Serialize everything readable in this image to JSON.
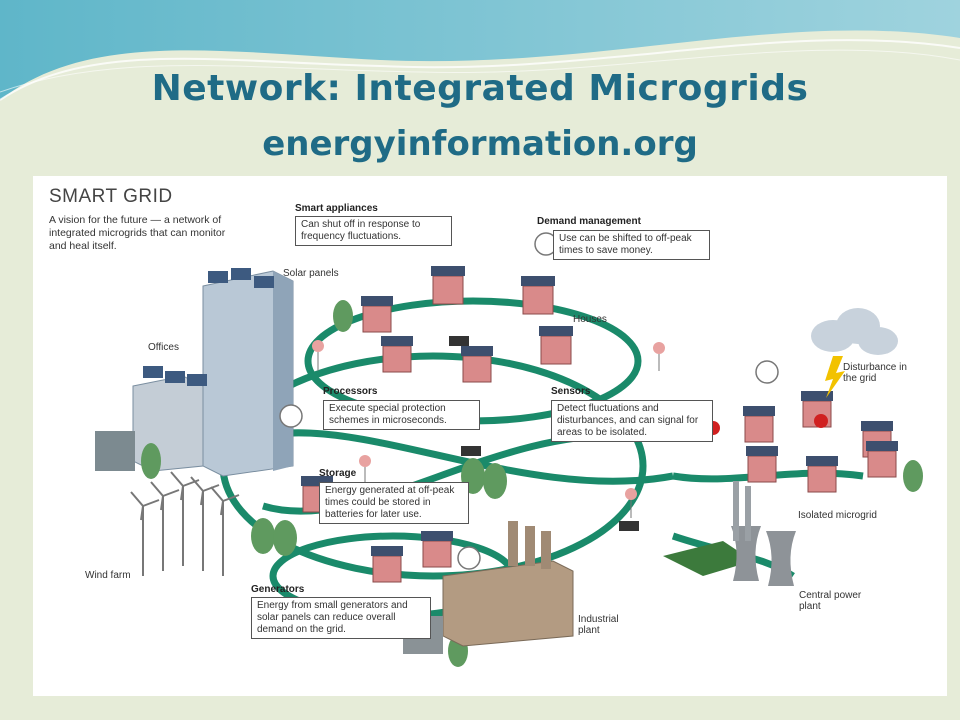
{
  "slide": {
    "title_line1": "Network:  Integrated Microgrids",
    "title_line2": "energyinformation.org"
  },
  "diagram": {
    "title": "SMART GRID",
    "subtitle": "A vision for the future — a network of integrated microgrids that can monitor and heal itself.",
    "callouts": {
      "smart_appliances": {
        "heading": "Smart appliances",
        "text": "Can shut off in response to frequency fluctuations."
      },
      "demand_management": {
        "heading": "Demand management",
        "text": "Use can be shifted to off-peak times to save money."
      },
      "processors": {
        "heading": "Processors",
        "text": "Execute special protection schemes in microseconds."
      },
      "sensors": {
        "heading": "Sensors",
        "text": "Detect fluctuations and disturbances, and can signal for areas to be isolated."
      },
      "storage": {
        "heading": "Storage",
        "text": "Energy generated at off-peak times could be stored in batteries for later use."
      },
      "generators": {
        "heading": "Generators",
        "text": "Energy from small generators and solar panels can reduce overall demand on the grid."
      }
    },
    "labels": {
      "solar_panels": "Solar panels",
      "offices": "Offices",
      "houses": "Houses",
      "disturbance": "Disturbance in the grid",
      "isolated_microgrid": "Isolated microgrid",
      "wind_farm": "Wind farm",
      "industrial_plant": "Industrial plant",
      "central_power_plant": "Central power plant"
    }
  },
  "colors": {
    "title": "#1f6b86",
    "background": "#e6ecd8",
    "grid_line": "#1a8a6a",
    "house_wall": "#d98a8a",
    "roof": "#3d4f6e",
    "storage": "#5f9a5f"
  }
}
